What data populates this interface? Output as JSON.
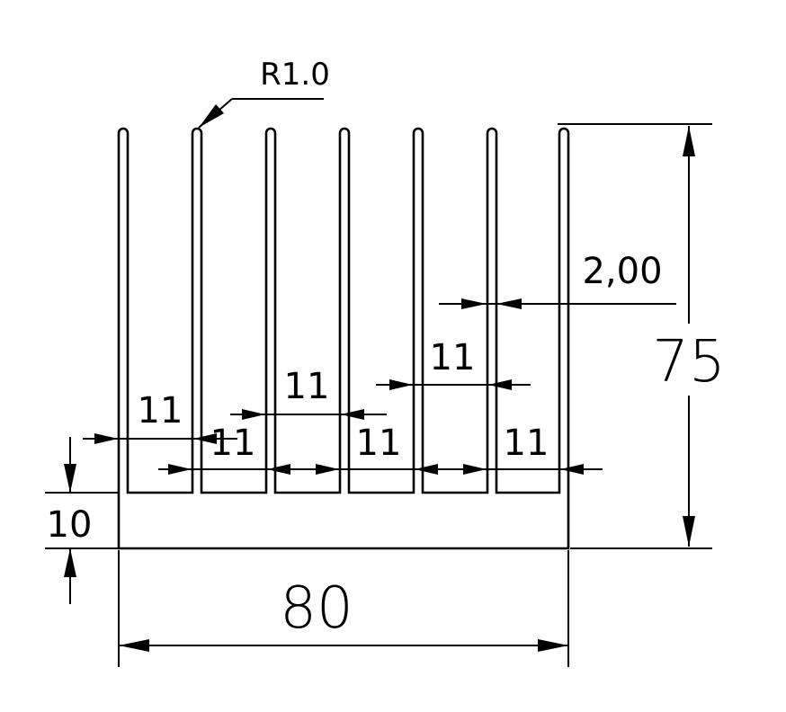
{
  "drawing": {
    "radius_label": "R1.0",
    "fin_thickness_label": "2,00",
    "height_label": "75",
    "width_label": "80",
    "base_label": "10",
    "pitch_labels": [
      "11",
      "11",
      "11",
      "11",
      "11",
      "11"
    ]
  }
}
